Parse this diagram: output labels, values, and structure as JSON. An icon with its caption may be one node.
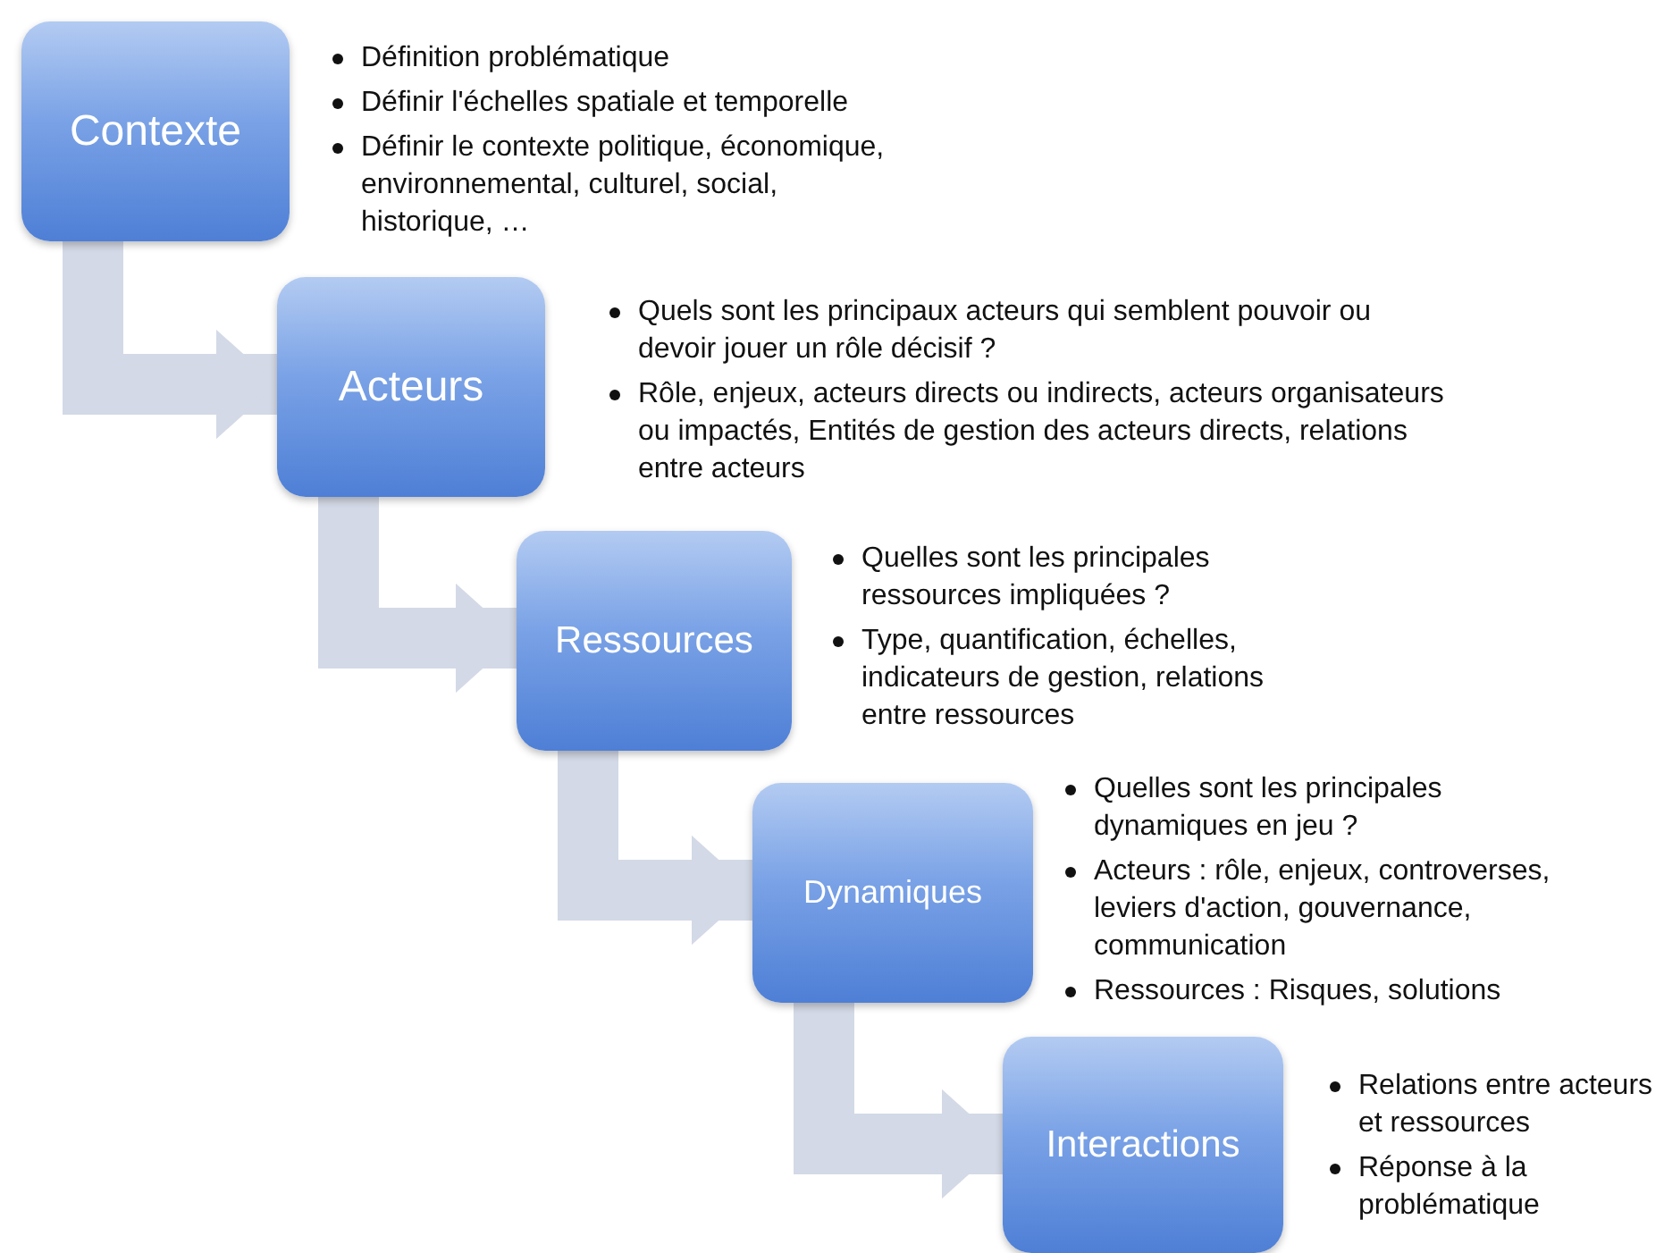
{
  "diagram": {
    "nodes": [
      {
        "text": [
          "Contexte"
        ],
        "beside": [
          "Définition problématique",
          "Définir l'échelles spatiale et temporelle",
          "Définir le contexte politique, économique, environnemental, culturel, social, historique, …"
        ]
      },
      {
        "text": [
          "Acteurs"
        ],
        "beside": [
          "Quels sont les principaux acteurs qui semblent pouvoir ou devoir jouer un rôle décisif ?",
          "Rôle, enjeux, acteurs directs ou indirects, acteurs organisateurs ou impactés, Entités de gestion des acteurs directs, relations entre acteurs"
        ]
      },
      {
        "text": [
          "Ressources"
        ],
        "beside": [
          "Quelles sont les principales ressources impliquées ?",
          "Type, quantification, échelles, indicateurs de gestion, relations entre ressources"
        ]
      },
      {
        "text": [
          "Dynamiques"
        ],
        "beside": [
          "Quelles sont les principales dynamiques en jeu ?",
          "Acteurs : rôle, enjeux, controverses, leviers d'action, gouvernance, communication",
          "Ressources : Risques, solutions"
        ]
      },
      {
        "text": [
          "Interactions"
        ],
        "beside": [
          "Relations entre acteurs et ressources",
          "Réponse à la problématique"
        ]
      }
    ],
    "edges": [
      {
        "from": 0,
        "to": 1,
        "arrow": "to"
      },
      {
        "from": 1,
        "to": 2,
        "arrow": "to"
      },
      {
        "from": 2,
        "to": 3,
        "arrow": "to"
      },
      {
        "from": 3,
        "to": 4,
        "arrow": "to"
      }
    ]
  }
}
